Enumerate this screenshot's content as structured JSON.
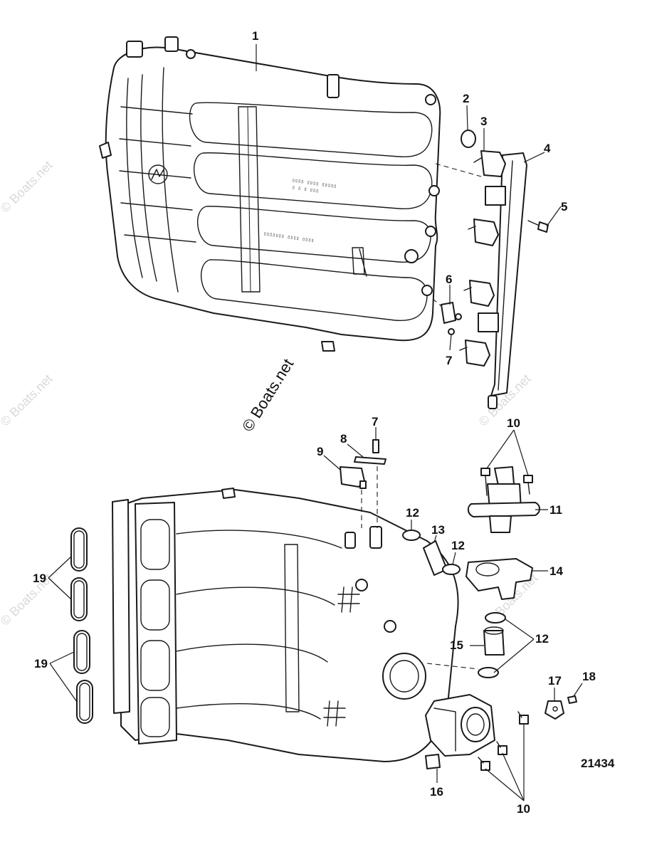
{
  "credit": "© Boats.net",
  "watermark": "© Boats.net",
  "figure_number": "21434",
  "callouts": {
    "c1": "1",
    "c2": "2",
    "c3": "3",
    "c4": "4",
    "c5": "5",
    "c6": "6",
    "c7a": "7",
    "c7b": "7",
    "c8": "8",
    "c9": "9",
    "c10a": "10",
    "c10b": "10",
    "c11": "11",
    "c12a": "12",
    "c12b": "12",
    "c12c": "12",
    "c13": "13",
    "c14": "14",
    "c15": "15",
    "c16": "16",
    "c17": "17",
    "c18": "18",
    "c19a": "19",
    "c19b": "19"
  }
}
